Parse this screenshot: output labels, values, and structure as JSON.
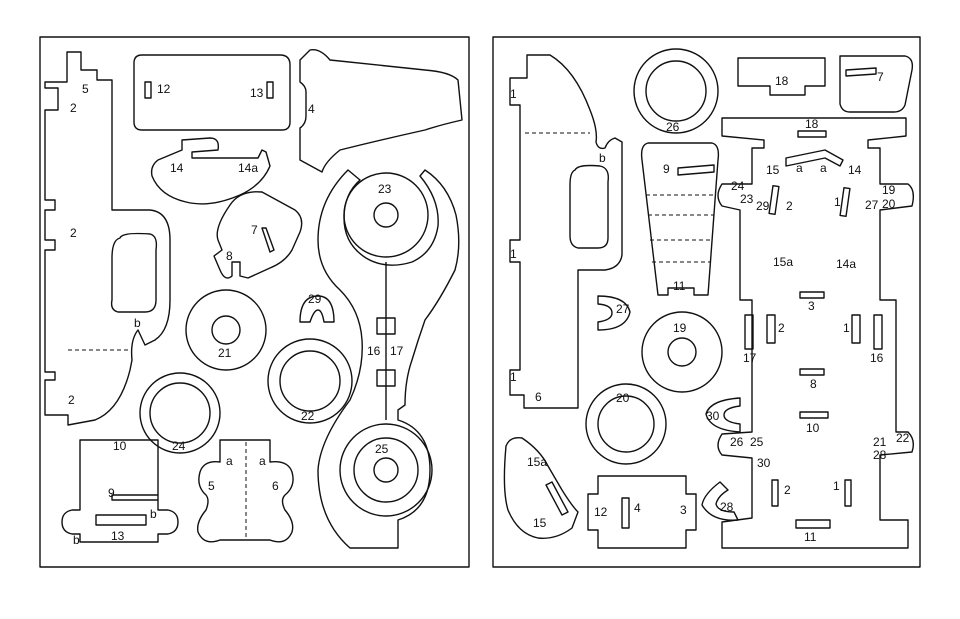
{
  "sheet_left": {
    "labels": [
      "5",
      "2",
      "2",
      "2",
      "12",
      "13",
      "4",
      "14",
      "14a",
      "7",
      "8",
      "23",
      "29",
      "21",
      "22",
      "16",
      "17",
      "b",
      "24",
      "10",
      "9",
      "13",
      "b",
      "b",
      "a",
      "a",
      "5",
      "6",
      "25"
    ]
  },
  "sheet_right": {
    "labels": [
      "1",
      "1",
      "1",
      "6",
      "b",
      "26",
      "18",
      "7",
      "18",
      "9",
      "a",
      "a",
      "15",
      "14",
      "24",
      "23",
      "29",
      "2",
      "1",
      "27",
      "19",
      "20",
      "11",
      "15a",
      "14a",
      "3",
      "27",
      "19",
      "2",
      "1",
      "17",
      "16",
      "8",
      "20",
      "30",
      "10",
      "26",
      "25",
      "21",
      "22",
      "28",
      "15a",
      "30",
      "15",
      "12",
      "4",
      "3",
      "28",
      "2",
      "1",
      "11"
    ]
  }
}
